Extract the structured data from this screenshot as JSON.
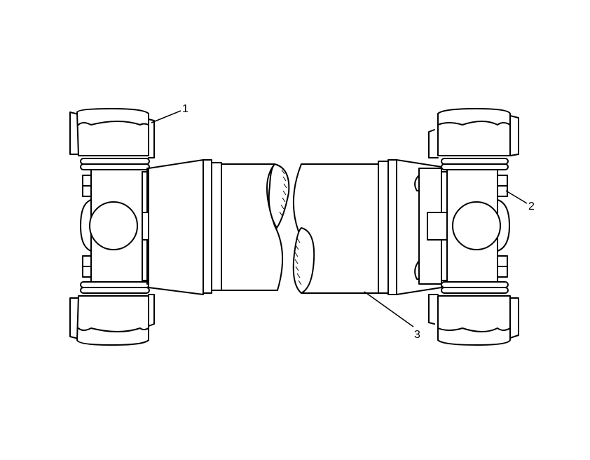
{
  "callouts": [
    {
      "id": "1",
      "label": "1"
    },
    {
      "id": "2",
      "label": "2"
    },
    {
      "id": "3",
      "label": "3"
    }
  ],
  "colors": {
    "line": "#000000",
    "background": "#ffffff"
  }
}
